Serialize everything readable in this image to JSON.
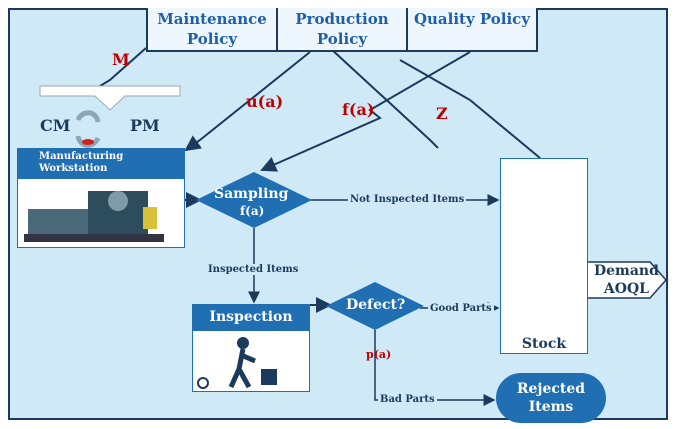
{
  "policies": [
    "Maintenance Policy",
    "Production Policy",
    "Quality Policy"
  ],
  "labels": {
    "m": "M",
    "u": "u(a)",
    "f": "f(a)",
    "z": "Z",
    "p": "p(a)",
    "cm": "CM",
    "pm": "PM"
  },
  "workstation": "Manufacturing Workstation",
  "sampling": {
    "line1": "Sampling",
    "line2": "f(a)"
  },
  "defect": "Defect?",
  "inspection": "Inspection",
  "stock": "Stock",
  "rejected": "Rejected Items",
  "demand": {
    "line1": "Demand",
    "line2": "AOQL"
  },
  "edges": {
    "not_inspected": "Not Inspected Items",
    "inspected": "Inspected Items",
    "good": "Good Parts",
    "bad": "Bad Parts"
  },
  "colors": {
    "blue": "#1f6fb2",
    "dark": "#1b3a5c",
    "red": "#c00000",
    "bg": "#cfe9f7"
  }
}
